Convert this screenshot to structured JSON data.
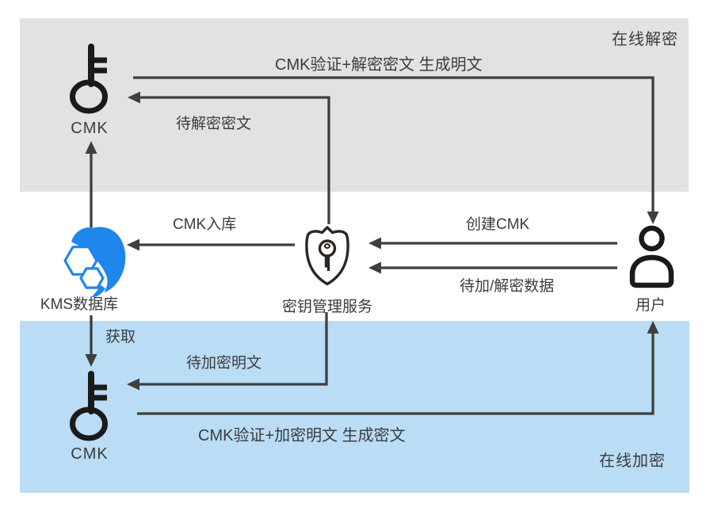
{
  "diagram": {
    "type": "flow-diagram",
    "topic": "KMS 在线加密/解密流程"
  },
  "zones": {
    "decrypt": {
      "label": "在线解密",
      "bg_color": "#E2E2E2"
    },
    "encrypt": {
      "label": "在线加密",
      "bg_color": "#BADCF5"
    }
  },
  "nodes": {
    "cmk_top": {
      "label": "CMK",
      "icon": "key-icon"
    },
    "kms_db": {
      "label": "KMS数据库",
      "icon": "dolphin-database-icon",
      "icon_color": "#1F86EC"
    },
    "kms_service": {
      "label": "密钥管理服务",
      "icon": "shield-key-icon"
    },
    "user": {
      "label": "用户",
      "icon": "user-icon"
    },
    "cmk_bottom": {
      "label": "CMK",
      "icon": "key-icon"
    }
  },
  "arrows": {
    "decrypt_result": {
      "label": "CMK验证+解密密文 生成明文",
      "from": "cmk_top",
      "to": "user"
    },
    "ciphertext_to_cmk": {
      "label": "待解密密文",
      "from": "kms_service",
      "to": "cmk_top"
    },
    "db_to_cmk": {
      "label": "",
      "from": "kms_db",
      "to": "cmk_top"
    },
    "cmk_store": {
      "label": "CMK入库",
      "from": "kms_service",
      "to": "kms_db"
    },
    "create_cmk": {
      "label": "创建CMK",
      "from": "user",
      "to": "kms_service"
    },
    "data_to_kms": {
      "label": "待加/解密数据",
      "from": "user",
      "to": "kms_service"
    },
    "fetch": {
      "label": "获取",
      "from": "kms_db",
      "to": "cmk_bottom"
    },
    "plaintext_to_cmk": {
      "label": "待加密明文",
      "from": "kms_service",
      "to": "cmk_bottom"
    },
    "encrypt_result": {
      "label": "CMK验证+加密明文 生成密文",
      "from": "cmk_bottom",
      "to": "user"
    }
  },
  "colors": {
    "line": "#3F3F3F",
    "text": "#3C3C3C",
    "decrypt_band": "#E2E2E2",
    "encrypt_band": "#BADCF5",
    "dolphin_blue": "#1F86EC",
    "icon_black": "#1A1A1A",
    "shield_dark": "#2E2523"
  }
}
